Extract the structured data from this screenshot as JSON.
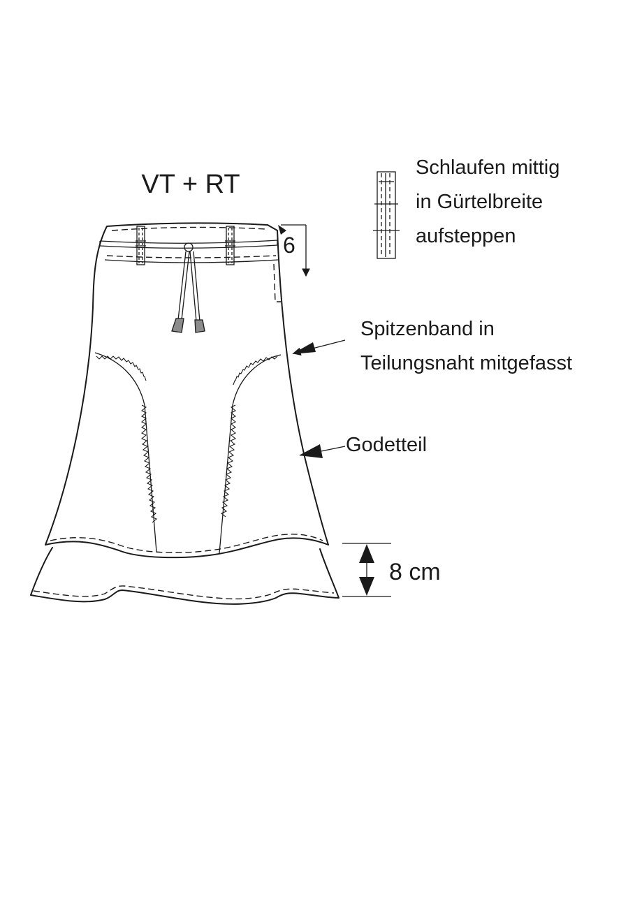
{
  "labels": {
    "view": "VT + RT",
    "waistband_width": "6",
    "loop_note": [
      "Schlaufen mittig",
      "in Gürtelbreite",
      "aufsteppen"
    ],
    "lace_note": [
      "Spitzenband in",
      "Teilungsnaht mitgefasst"
    ],
    "godet": "Godetteil",
    "ruffle_depth": "8 cm"
  },
  "colors": {
    "line": "#1a1a1a",
    "tassel": "#8c8c8c",
    "background": "#ffffff"
  }
}
